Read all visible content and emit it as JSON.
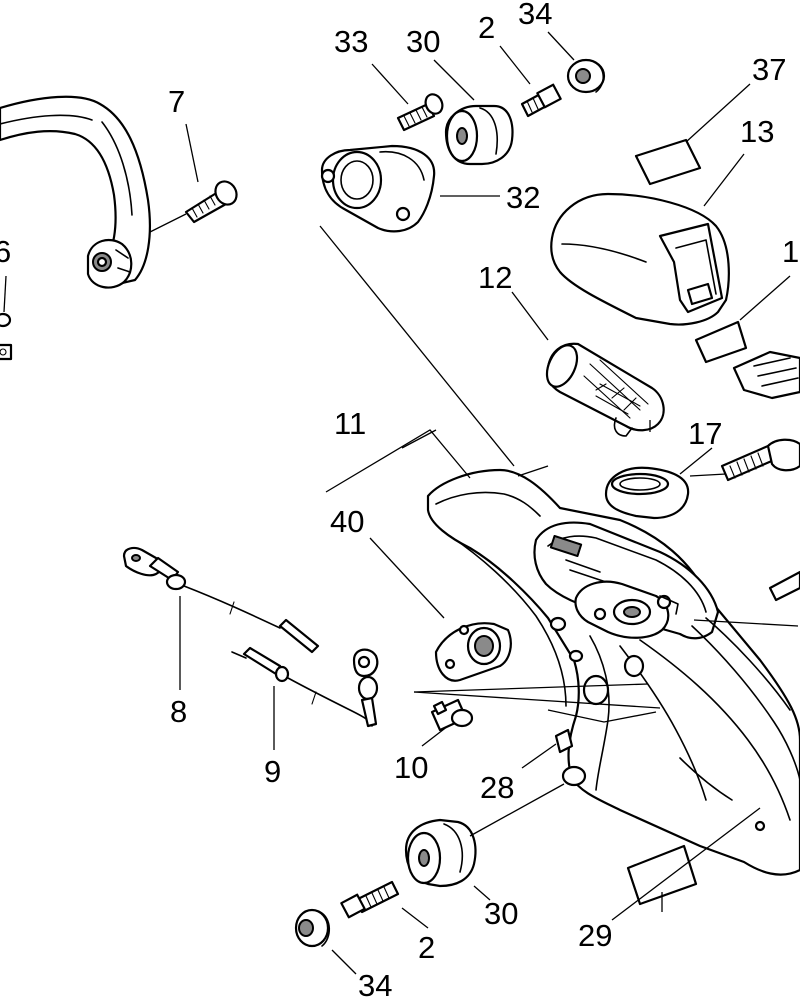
{
  "callouts": {
    "c7": "7",
    "c6": "6",
    "c33": "33",
    "c30_top": "30",
    "c2_top": "2",
    "c34_top": "34",
    "c37": "37",
    "c13": "13",
    "c1_partial": "1",
    "c32": "32",
    "c12": "12",
    "c11": "11",
    "c17": "17",
    "c40": "40",
    "c8": "8",
    "c9": "9",
    "c10": "10",
    "c28": "28",
    "c30_bottom": "30",
    "c29": "29",
    "c2_bottom": "2",
    "c34_bottom": "34"
  }
}
